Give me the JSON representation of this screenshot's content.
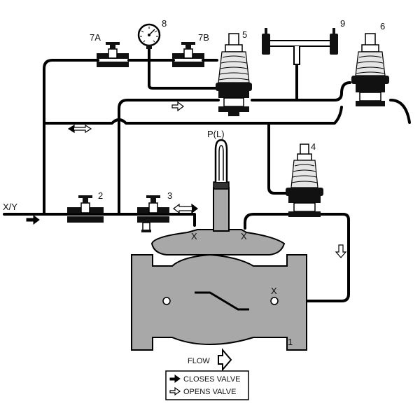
{
  "labels": {
    "inlet": "X/Y",
    "flow": "FLOW",
    "position_indicator": "P(L)",
    "port_x1": "X",
    "port_x2": "X",
    "port_x3": "X"
  },
  "components": [
    {
      "id": "1",
      "icon": "main-valve-body-icon"
    },
    {
      "id": "2",
      "icon": "isolation-valve-icon"
    },
    {
      "id": "3",
      "icon": "isolation-valve-icon"
    },
    {
      "id": "4",
      "icon": "pilot-valve-icon"
    },
    {
      "id": "5",
      "icon": "pilot-valve-icon"
    },
    {
      "id": "6",
      "icon": "pilot-valve-icon"
    },
    {
      "id": "7A",
      "icon": "isolation-valve-icon"
    },
    {
      "id": "7B",
      "icon": "isolation-valve-icon"
    },
    {
      "id": "8",
      "icon": "pressure-gauge-icon"
    },
    {
      "id": "9",
      "icon": "strainer-icon"
    }
  ],
  "legend": {
    "closes": "CLOSES VALVE",
    "opens": "OPENS VALVE"
  },
  "colors": {
    "valve_body": "#a8a8a8",
    "pipe": "#000000",
    "spring": "#e6e6e6"
  }
}
